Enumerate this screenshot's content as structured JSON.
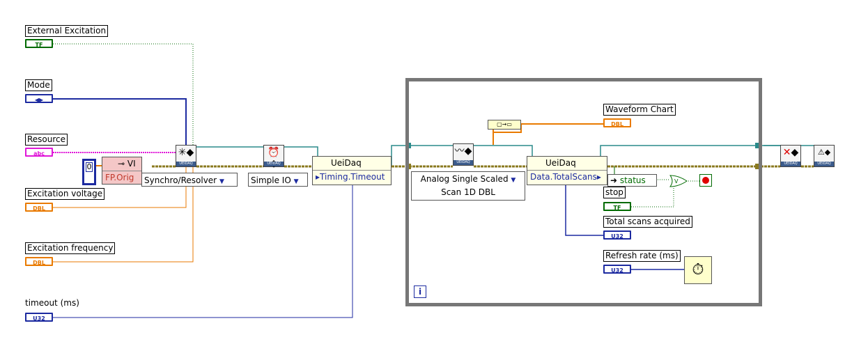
{
  "controls": {
    "external_excitation": {
      "label": "External Excitation",
      "type": "TF"
    },
    "mode": {
      "label": "Mode"
    },
    "resource": {
      "label": "Resource",
      "type": "abc"
    },
    "excitation_voltage": {
      "label": "Excitation voltage",
      "type": "DBL"
    },
    "excitation_frequency": {
      "label": "Excitation frequency",
      "type": "DBL"
    },
    "timeout": {
      "label": "timeout (ms)",
      "type": "U32"
    }
  },
  "vi_ref": {
    "label": "VI",
    "constant": "0",
    "property": "FP.Orig"
  },
  "rings": {
    "session_type": "Synchro/Resolver",
    "io_type": "Simple IO",
    "read_type_line1": "Analog Single Scaled",
    "read_type_line2": "Scan 1D DBL"
  },
  "property_nodes": {
    "timing": {
      "class": "UeiDaq",
      "property": "Timing.Timeout"
    },
    "data": {
      "class": "UeiDaq",
      "property": "Data.TotalScans"
    }
  },
  "indicators": {
    "waveform_chart": {
      "label": "Waveform Chart",
      "type": "DBL"
    },
    "status": {
      "label": "status"
    },
    "stop": {
      "label": "stop",
      "type": "TF"
    },
    "total_scans": {
      "label": "Total scans acquired",
      "type": "U32"
    },
    "refresh_rate": {
      "label": "Refresh rate (ms)",
      "type": "U32"
    }
  },
  "loop_iteration": "i",
  "vi_footer": "UEIDAQ",
  "colors": {
    "boolean_wire": "#006a00",
    "enum_wire": "#1c2aa0",
    "string_wire": "#e017d8",
    "dbl_wire": "#e97a00",
    "session_wire": "#2a8a8a",
    "error_wire": "#8a7a20",
    "loop_frame": "#777777"
  }
}
